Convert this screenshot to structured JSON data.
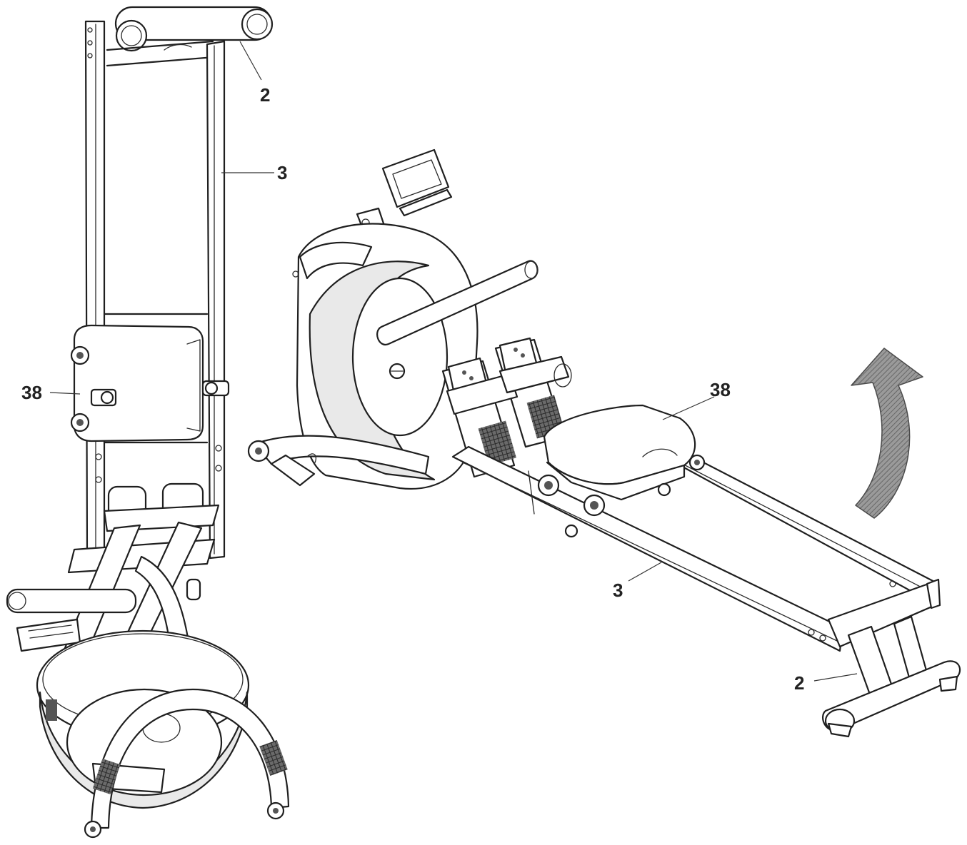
{
  "callouts": {
    "folded_top_2": "2",
    "folded_rail_3": "3",
    "folded_seat_38": "38",
    "open_seat_38": "38",
    "open_rail_3": "3",
    "open_leg_2": "2"
  },
  "colors": {
    "line": "#1f1f1f",
    "arrow_fill": "#8a8a8a",
    "background": "#ffffff"
  },
  "icons": {
    "fold_direction": "curved-up-arrow-icon"
  }
}
